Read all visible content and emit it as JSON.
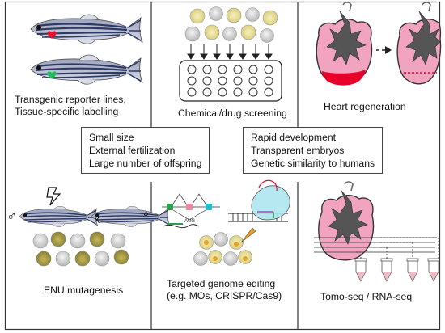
{
  "panels": {
    "transgenic": {
      "line1": "Transgenic reporter lines,",
      "line2": "Tissue-specific labelling"
    },
    "chemical": {
      "label": "Chemical/drug screening"
    },
    "heart": {
      "label": "Heart regeneration"
    },
    "enu": {
      "label": "ENU mutagenesis",
      "cross_symbol": "X",
      "male_symbol": "♂",
      "female_symbol": "♀"
    },
    "genome": {
      "line1": "Targeted genome editing",
      "line2": "(e.g. MOs, CRISPR/Cas9)",
      "aug_label": "AUG"
    },
    "tomo": {
      "label": "Tomo-seq / RNA-seq"
    }
  },
  "advantages": {
    "left": [
      "Small size",
      "External fertilization",
      "Large number of offspring"
    ],
    "right": [
      "Rapid development",
      "Transparent embryos",
      "Genetic similarity to humans"
    ]
  },
  "colors": {
    "heart_fill": "#f2a3c0",
    "heart_tissue": "#555555",
    "injury_red": "#e8002a",
    "embryo_yellow": "#f0e8a8",
    "embryo_olive": "#a89c3c",
    "fish_stripe": "#2d3a66",
    "well_blue": "#aee6f0",
    "tube_pink": "#e88aa0",
    "oligo_cyan": "#22c0cf",
    "guide_green": "#2f9e4a",
    "reporter_red": "#e8102a",
    "reporter_green": "#1dbf5a"
  },
  "icons": {
    "reporter_heart": "heart-icon",
    "lightning": "lightning-icon",
    "arrow": "arrow-icon",
    "pipette": "injection-needle-icon",
    "tube": "tube-icon"
  }
}
